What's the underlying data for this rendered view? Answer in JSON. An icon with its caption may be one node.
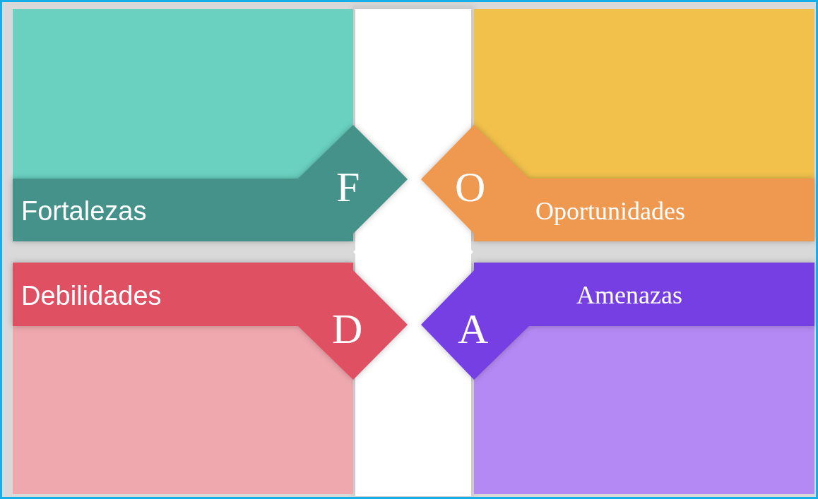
{
  "diagram": {
    "nodes": [
      {
        "text": [
          "F",
          "Fortalezas"
        ]
      },
      {
        "text": [
          "O",
          "Oportunidades"
        ]
      },
      {
        "text": [
          "D",
          "Debilidades"
        ]
      },
      {
        "text": [
          "A",
          "Amenazas"
        ]
      }
    ]
  }
}
